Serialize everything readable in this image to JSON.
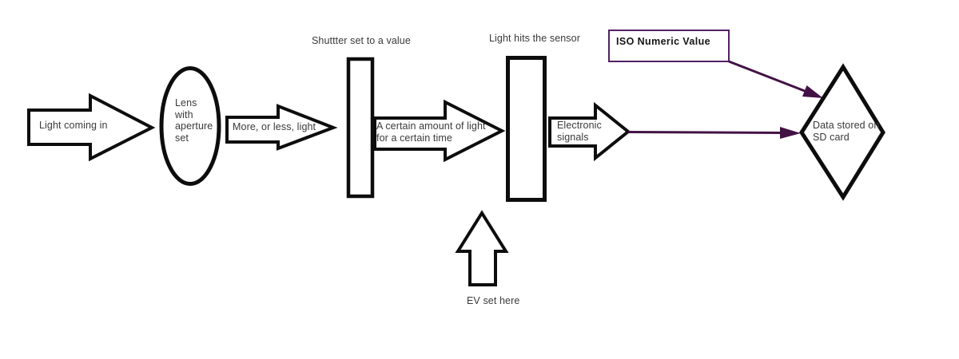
{
  "diagram": {
    "description": "Camera exposure flow diagram",
    "colors": {
      "ink": "#0d0d0d",
      "purple_connector": "#431245",
      "purple_box_border": "#522063",
      "label_text": "#3a3a3a",
      "background": "#ffffff"
    },
    "nodes": {
      "light_coming_in": "Light coming in",
      "lens": "Lens\nwith\naperture\nset",
      "more_or_less": "More, or less, light",
      "shutter_label": "Shuttter set to a value",
      "certain_amount": "A certain amount of light\nfor a certain time",
      "sensor_label": "Light hits the sensor",
      "electronic_signals": "Electronic\nsignals",
      "iso_value": "ISO Numeric Value",
      "data_stored": "Data stored on\nSD card",
      "ev_label": "EV set here"
    }
  }
}
